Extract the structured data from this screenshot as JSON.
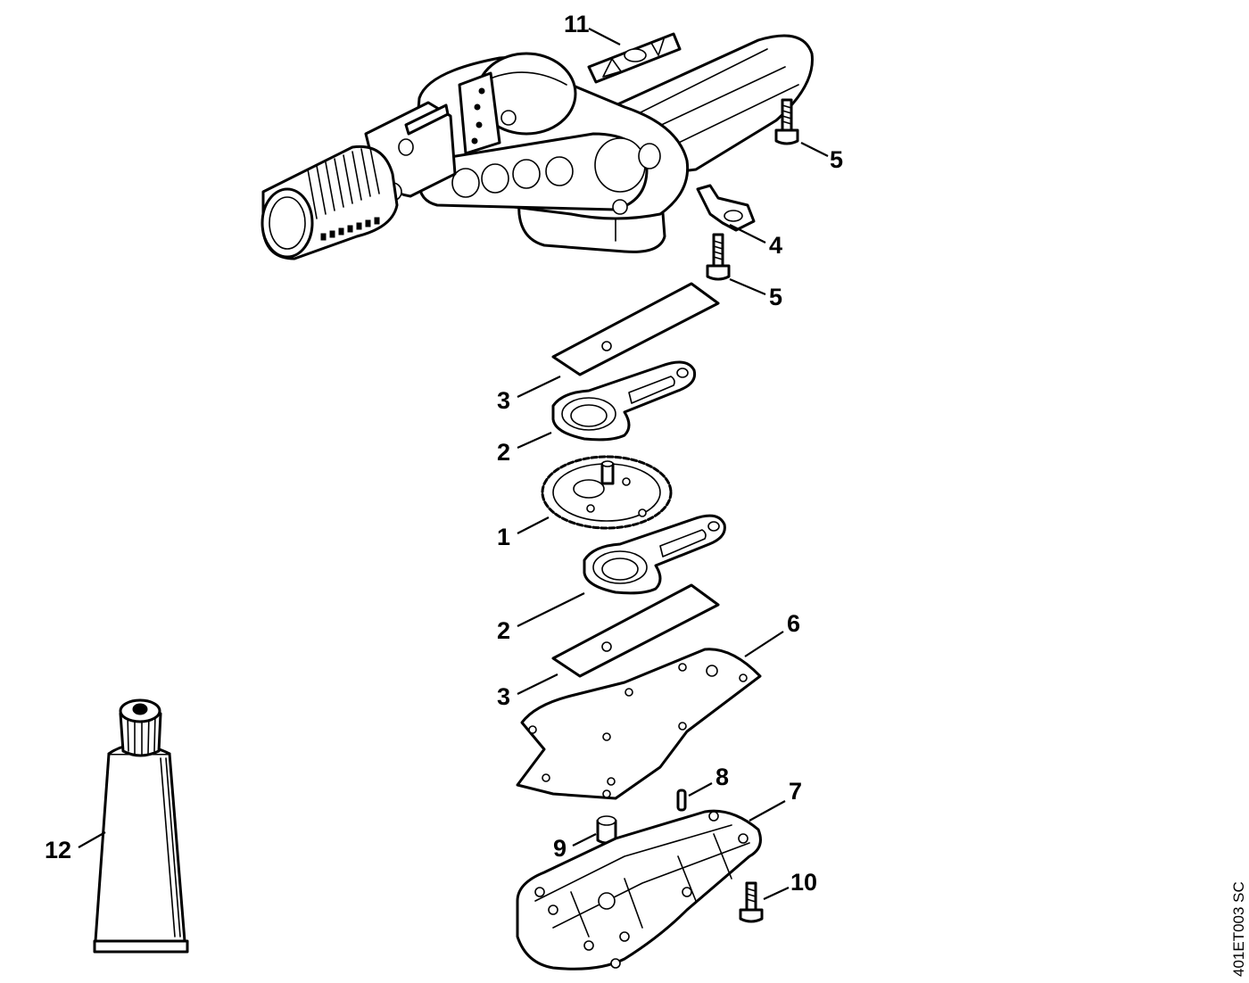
{
  "diagram": {
    "reference_code": "401ET003 SC",
    "callouts": [
      {
        "key": "c11",
        "label": "11"
      },
      {
        "key": "c5a",
        "label": "5"
      },
      {
        "key": "c4",
        "label": "4"
      },
      {
        "key": "c5b",
        "label": "5"
      },
      {
        "key": "c3a",
        "label": "3"
      },
      {
        "key": "c2a",
        "label": "2"
      },
      {
        "key": "c1",
        "label": "1"
      },
      {
        "key": "c2b",
        "label": "2"
      },
      {
        "key": "c6",
        "label": "6"
      },
      {
        "key": "c3b",
        "label": "3"
      },
      {
        "key": "c8",
        "label": "8"
      },
      {
        "key": "c7",
        "label": "7"
      },
      {
        "key": "c9",
        "label": "9"
      },
      {
        "key": "c12",
        "label": "12"
      },
      {
        "key": "c10",
        "label": "10"
      }
    ],
    "colors": {
      "ink": "#000000",
      "paper": "#ffffff"
    }
  }
}
